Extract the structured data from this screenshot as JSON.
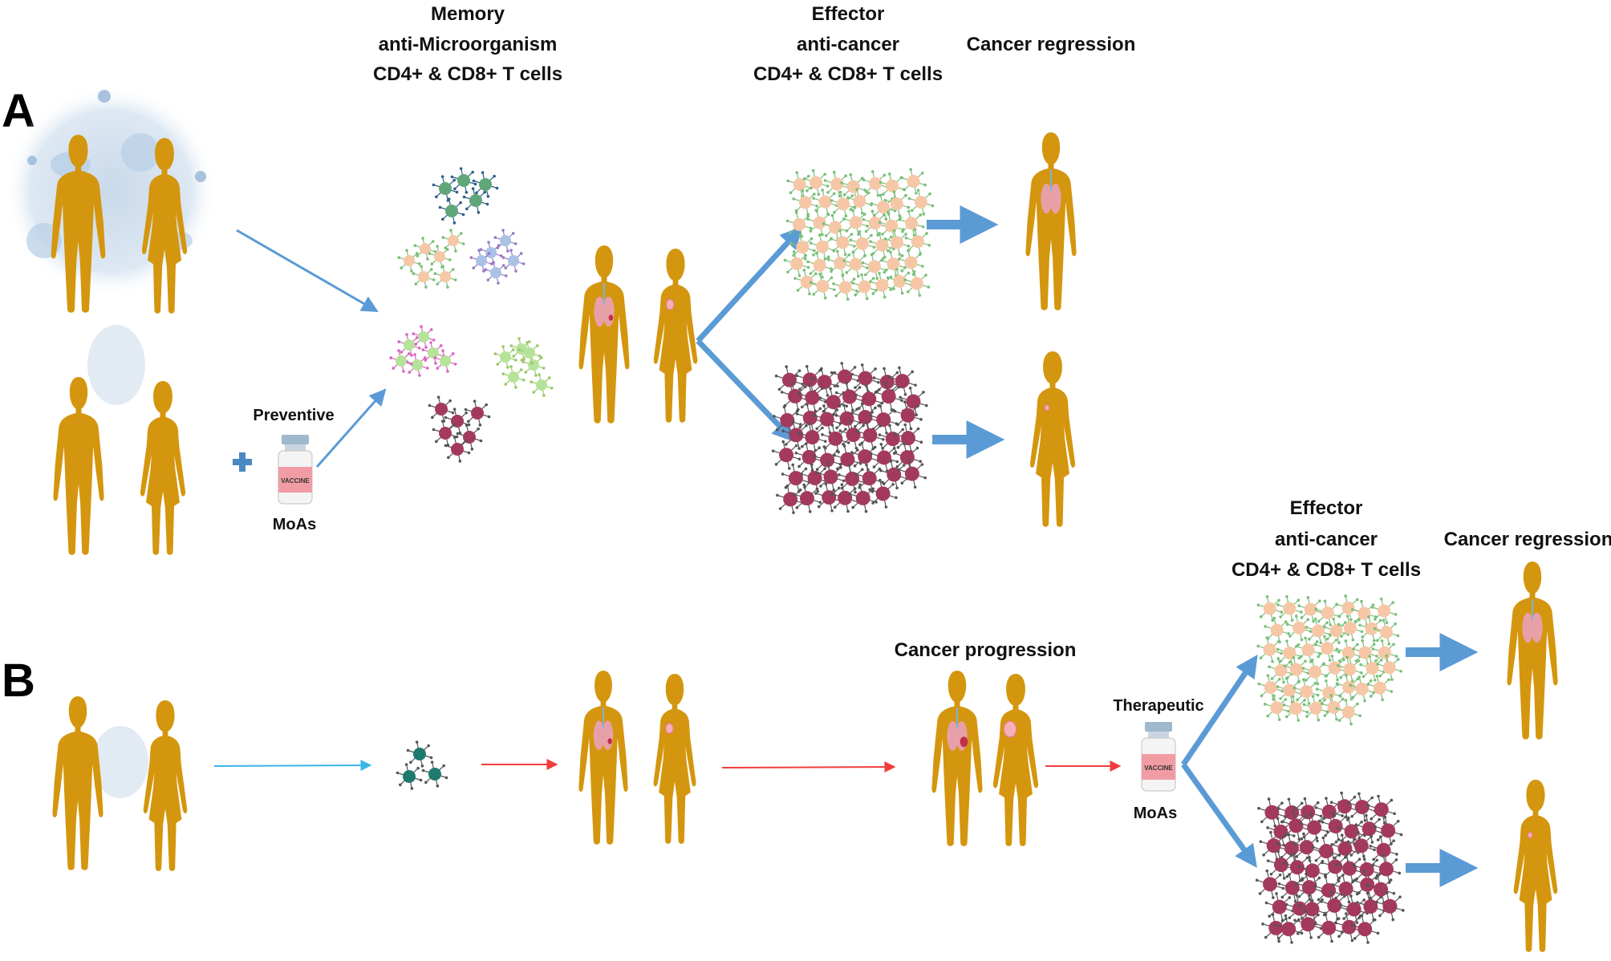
{
  "panel_a": {
    "label": "A",
    "header_memory": [
      "Memory",
      "anti-Microorganism",
      "CD4+ & CD8+ T cells"
    ],
    "header_effector": [
      "Effector",
      "anti-cancer",
      "CD4+ & CD8+ T cells"
    ],
    "header_regression": "Cancer regression",
    "preventive_label": "Preventive",
    "moas_label": "MoAs",
    "vaccine_text": "VACCINE"
  },
  "panel_b": {
    "label": "B",
    "progression_label": "Cancer progression",
    "therapeutic_label": "Therapeutic",
    "moas_label": "MoAs",
    "vaccine_text": "VACCINE",
    "header_effector": [
      "Effector",
      "anti-cancer",
      "CD4+ & CD8+ T cells"
    ],
    "header_regression": "Cancer regression"
  },
  "colors": {
    "body": "#d4960e",
    "arrow_blue": "#5b9bd5",
    "arrow_red": "#f23c3c",
    "arrow_cyan": "#3bb5e8",
    "cell_peach": "#f6c7a6",
    "cell_maroon": "#a33a5e",
    "cell_green": "#3c8c6e",
    "cell_lightgreen": "#b6e39a",
    "cell_lavender": "#cfb0e0",
    "cell_blue": "#a9c2e6",
    "cell_teal": "#1f7a6e",
    "lung": "#e8a0a8",
    "microbe_bg": "#dbe6f1"
  }
}
